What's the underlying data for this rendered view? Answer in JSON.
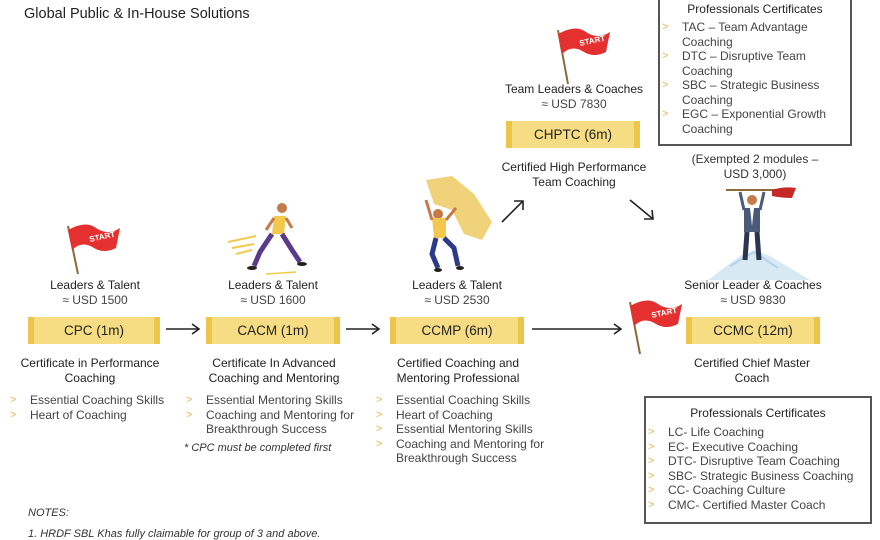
{
  "page": {
    "title": "Global Public & In-House Solutions"
  },
  "cpc": {
    "audience": "Leaders & Talent",
    "price": "≈ USD 1500",
    "code": "CPC (1m)",
    "name": "Certificate in Performance Coaching",
    "modules": [
      "Essential Coaching Skills",
      "Heart of Coaching"
    ]
  },
  "cacm": {
    "audience": "Leaders & Talent",
    "price": "≈ USD 1600",
    "code": "CACM (1m)",
    "name": "Certificate In Advanced Coaching and Mentoring",
    "modules": [
      "Essential Mentoring Skills",
      "Coaching and Mentoring for Breakthrough Success"
    ],
    "note": "* CPC must be completed first"
  },
  "ccmp": {
    "audience": "Leaders & Talent",
    "price": "≈ USD 2530",
    "code": "CCMP (6m)",
    "name": "Certified Coaching and Mentoring Professional",
    "modules": [
      "Essential Coaching Skills",
      "Heart of Coaching",
      "Essential Mentoring Skills",
      "Coaching and Mentoring for Breakthrough Success"
    ]
  },
  "chptc": {
    "audience": "Team Leaders & Coaches",
    "price": "≈ USD 7830",
    "code": "CHPTC (6m)",
    "name": "Certified High Performance Team Coaching",
    "cert_heading": "Professionals Certificates",
    "certs": [
      "TAC – Team Advantage Coaching",
      "DTC – Disruptive Team Coaching",
      "SBC – Strategic Business Coaching",
      "EGC – Exponential Growth Coaching"
    ]
  },
  "ccmc": {
    "exempt": "(Exempted 2 modules – USD 3,000)",
    "audience": "Senior Leader & Coaches",
    "price": "≈ USD 9830",
    "code": "CCMC (12m)",
    "name": "Certified Chief Master Coach",
    "cert_heading": "Professionals Certificates",
    "certs": [
      "LC- Life Coaching",
      "EC- Executive Coaching",
      "DTC- Disruptive Team Coaching",
      "SBC- Strategic Business Coaching",
      "CC- Coaching Culture",
      "CMC- Certified Master Coach"
    ]
  },
  "flag_text": "START",
  "notes": {
    "heading": "NOTES:",
    "line1": "1. HRDF SBL Khas fully claimable for group of 3 and above."
  },
  "colors": {
    "bar": "#f6dc82",
    "bar_edge": "#ecc64a",
    "flag": "#e53030",
    "chevron": "#e6b54a"
  }
}
